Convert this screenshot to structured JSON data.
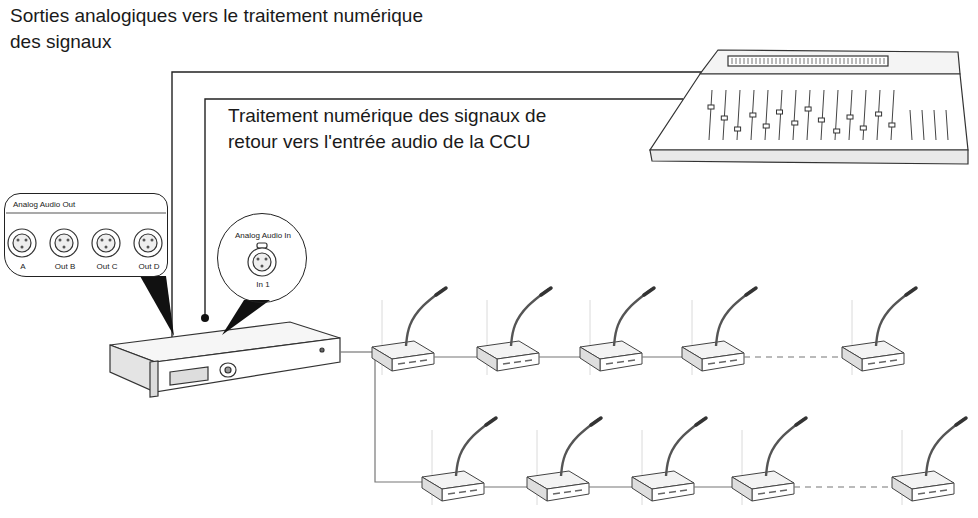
{
  "diagram": {
    "nodes": [
      {
        "text": [
          "Analog Audio Out",
          "A",
          "Out B",
          "Out C",
          "Out D"
        ]
      },
      {
        "text": [
          "Analog Audio In",
          "In 1"
        ]
      }
    ],
    "labels": [
      "Sorties analogiques vers le traitement numérique des signaux",
      "Traitement numérique des signaux de retour vers l'entrée audio de la CCU"
    ]
  }
}
